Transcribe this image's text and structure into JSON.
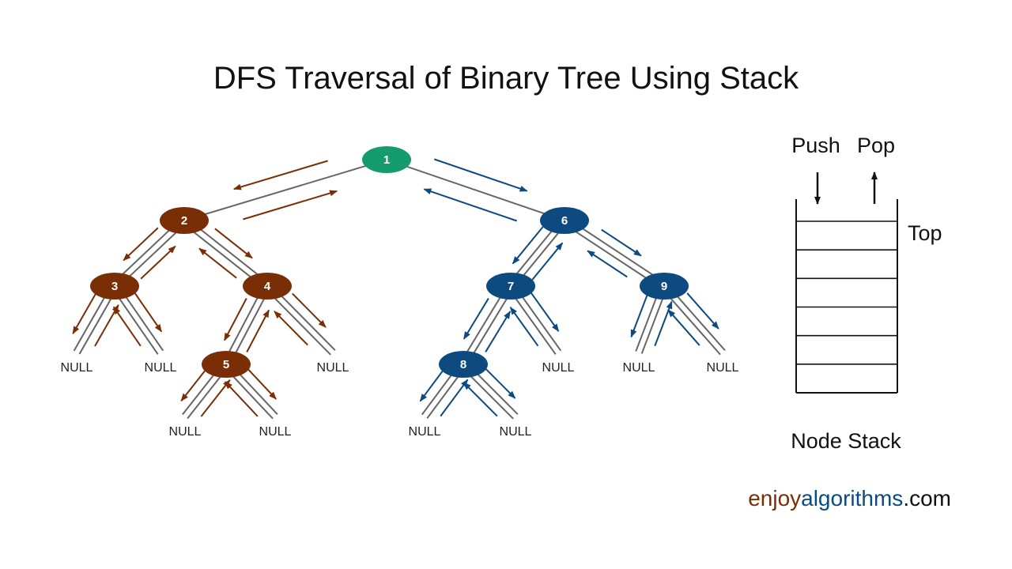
{
  "title": "DFS Traversal of Binary Tree Using Stack",
  "colors": {
    "root": "#149c6e",
    "left_subtree": "#7a2e05",
    "right_subtree": "#0c4a80",
    "edge": "#666666",
    "text": "#111111"
  },
  "tree": {
    "nodes": [
      {
        "id": "1",
        "label": "1",
        "group": "root"
      },
      {
        "id": "2",
        "label": "2",
        "group": "left_subtree"
      },
      {
        "id": "3",
        "label": "3",
        "group": "left_subtree"
      },
      {
        "id": "4",
        "label": "4",
        "group": "left_subtree"
      },
      {
        "id": "5",
        "label": "5",
        "group": "left_subtree"
      },
      {
        "id": "6",
        "label": "6",
        "group": "right_subtree"
      },
      {
        "id": "7",
        "label": "7",
        "group": "right_subtree"
      },
      {
        "id": "8",
        "label": "8",
        "group": "right_subtree"
      },
      {
        "id": "9",
        "label": "9",
        "group": "right_subtree"
      }
    ],
    "null_label": "NULL",
    "edges": [
      [
        "1",
        "2"
      ],
      [
        "1",
        "6"
      ],
      [
        "2",
        "3"
      ],
      [
        "2",
        "4"
      ],
      [
        "3",
        "null-3L"
      ],
      [
        "3",
        "null-3R"
      ],
      [
        "4",
        "5"
      ],
      [
        "4",
        "null-4R"
      ],
      [
        "5",
        "null-5L"
      ],
      [
        "5",
        "null-5R"
      ],
      [
        "6",
        "7"
      ],
      [
        "6",
        "9"
      ],
      [
        "7",
        "8"
      ],
      [
        "7",
        "null-7R"
      ],
      [
        "8",
        "null-8L"
      ],
      [
        "8",
        "null-8R"
      ],
      [
        "9",
        "null-9L"
      ],
      [
        "9",
        "null-9R"
      ]
    ]
  },
  "stack": {
    "push_label": "Push",
    "pop_label": "Pop",
    "top_label": "Top",
    "caption": "Node Stack",
    "slots": 6
  },
  "footer": {
    "part1": "enjoy",
    "part2": "algorithms",
    "part3": ".com",
    "color1": "#7a2e05",
    "color2": "#0c4a80",
    "color3": "#111111"
  }
}
